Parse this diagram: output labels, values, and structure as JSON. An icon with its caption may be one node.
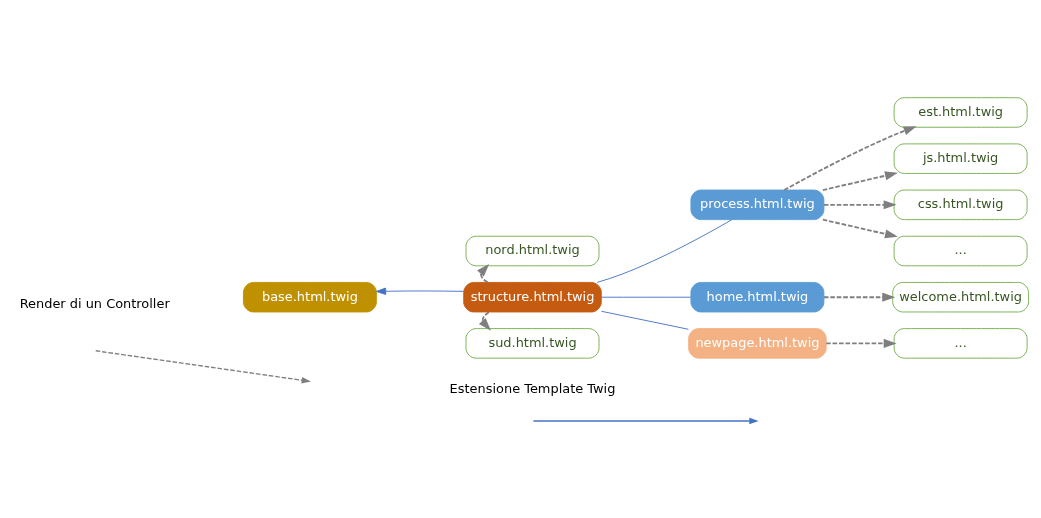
{
  "diagram": {
    "nodes": [
      {
        "text": [
          "base.html.twig"
        ]
      },
      {
        "text": [
          "structure.html.twig"
        ]
      },
      {
        "text": [
          "nord.html.twig"
        ]
      },
      {
        "text": [
          "sud.html.twig"
        ]
      },
      {
        "text": [
          "process.html.twig"
        ]
      },
      {
        "text": [
          "home.html.twig"
        ]
      },
      {
        "text": [
          "newpage.html.twig"
        ]
      },
      {
        "text": [
          "est.html.twig"
        ]
      },
      {
        "text": [
          "js.html.twig"
        ]
      },
      {
        "text": [
          "css.html.twig"
        ]
      },
      {
        "text": [
          "..."
        ]
      },
      {
        "text": [
          "welcome.html.twig"
        ]
      },
      {
        "text": [
          "..."
        ]
      }
    ],
    "edges": [
      {
        "from": 1,
        "to": 0,
        "arrow": "to",
        "color": "#4472c4"
      },
      {
        "from": 1,
        "to": 2,
        "arrow": "to",
        "style": "dashed"
      },
      {
        "from": 1,
        "to": 3,
        "arrow": "to",
        "style": "dashed"
      },
      {
        "from": 1,
        "to": 4,
        "arrow": "none",
        "color": "#4472c4"
      },
      {
        "from": 1,
        "to": 5,
        "arrow": "none",
        "color": "#4472c4"
      },
      {
        "from": 1,
        "to": 6,
        "arrow": "none",
        "color": "#4472c4"
      },
      {
        "from": 4,
        "to": 7,
        "arrow": "to",
        "style": "dashed"
      },
      {
        "from": 4,
        "to": 8,
        "arrow": "to",
        "style": "dashed"
      },
      {
        "from": 4,
        "to": 9,
        "arrow": "to",
        "style": "dashed"
      },
      {
        "from": 4,
        "to": 10,
        "arrow": "to",
        "style": "dashed"
      },
      {
        "from": 5,
        "to": 11,
        "arrow": "to",
        "style": "dashed"
      },
      {
        "from": 6,
        "to": 12,
        "arrow": "to",
        "style": "dashed"
      }
    ],
    "legend": [
      {
        "text": "Render di un Controller"
      },
      {
        "text": "Estensione Template Twig"
      }
    ]
  }
}
